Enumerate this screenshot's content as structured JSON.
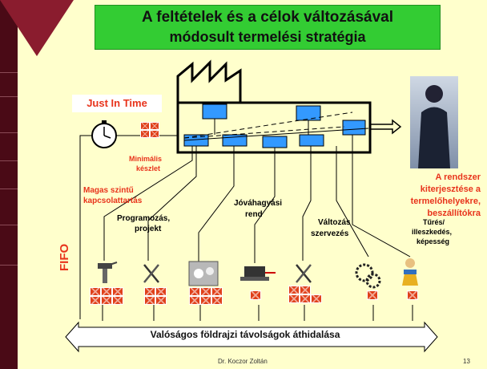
{
  "slide": {
    "title_line1": "A feltételek és a célok változásával",
    "title_line2": "módosult termelési stratégia",
    "footer_author": "Dr. Koczor Zoltán",
    "footer_page": "13"
  },
  "labels": {
    "jit": "Just In Time",
    "min_stock_1": "Minimális",
    "min_stock_2": "készlet",
    "high_level_1": "Magas szintű",
    "high_level_2": "kapcsolattartás",
    "extend_1": "A rendszer",
    "extend_2": "kiterjesztése a",
    "extend_3": "termelőhelyekre,",
    "extend_4": "beszállítókra",
    "programming_1": "Programozás,",
    "programming_2": "projekt",
    "approval_1": "Jóváhagyási",
    "approval_2": "rend",
    "change_1": "Változás",
    "change_2": "szervezés",
    "tolerance_1": "Tűrés/",
    "tolerance_2": "illeszkedés,",
    "tolerance_3": "képesség",
    "fifo": "FIFO",
    "banner": "Valóságos földrajzi távolságok áthidalása"
  },
  "icons": [
    "stopwatch-icon",
    "spray-gun-icon",
    "tools-icon",
    "machine-icon",
    "vise-icon",
    "tools-icon",
    "gears-icon",
    "worker-icon"
  ],
  "colors": {
    "background": "#ffffcc",
    "title_bg": "#33cc33",
    "accent_red": "#e8341c",
    "box_blue": "#3399ff",
    "sidebar": "#4a0a16"
  }
}
